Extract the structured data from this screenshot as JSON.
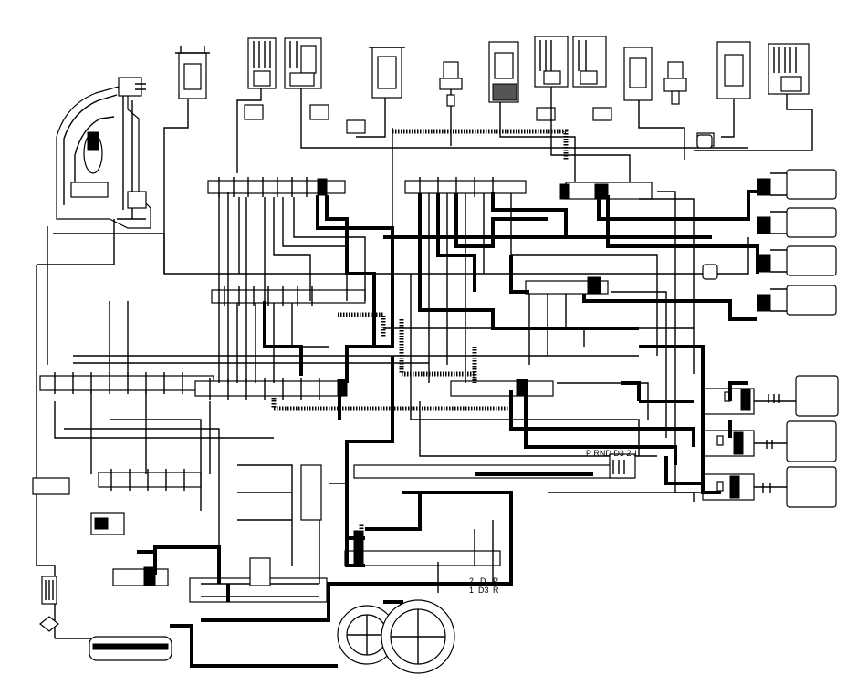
{
  "labels": {
    "selector_positions": "P  RND D3 2 1",
    "gear_2": "2",
    "gear_d": "D",
    "gear_p": "P",
    "gear_1": "1",
    "gear_d3": "D3",
    "gear_r": "R"
  },
  "colors": {
    "line": "#000000",
    "background": "#ffffff"
  }
}
